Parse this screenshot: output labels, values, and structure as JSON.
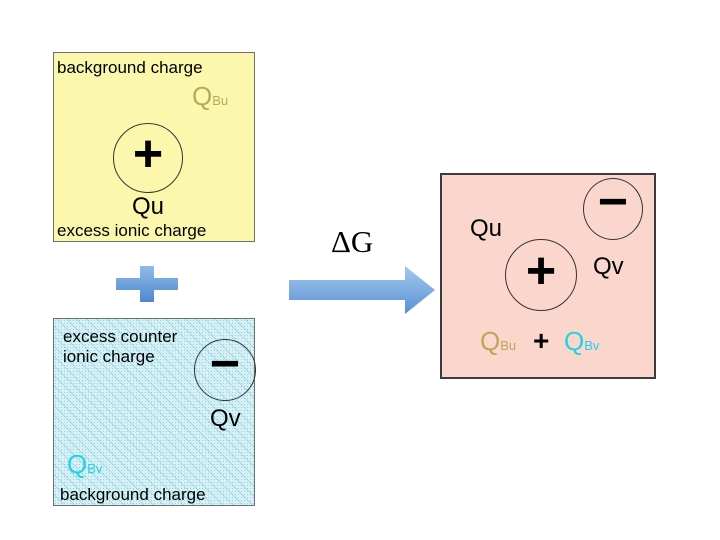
{
  "box_u": {
    "top_label": "background charge",
    "qb_main": "Q",
    "qb_sub": "Bu",
    "sign": "+",
    "q_label": "Qu",
    "bottom_label": "excess ionic charge"
  },
  "box_v": {
    "top_label_line1": "excess counter",
    "top_label_line2": "ionic charge",
    "sign": "−",
    "q_label": "Qv",
    "qb_main": "Q",
    "qb_sub": "Bv",
    "bottom_label": "background charge"
  },
  "combine_sign": "+",
  "delta_g": "ΔG",
  "box_uv": {
    "qu_label": "Qu",
    "qv_label": "Qv",
    "plus_sign": "+",
    "minus_sign": "−",
    "qbu_main": "Q",
    "qbu_sub": "Bu",
    "join": "+",
    "qbv_main": "Q",
    "qbv_sub": "Bv"
  },
  "colors": {
    "qbu": "#b8a95a",
    "qbv": "#22d3e6",
    "arrow": "#6fa3de"
  }
}
